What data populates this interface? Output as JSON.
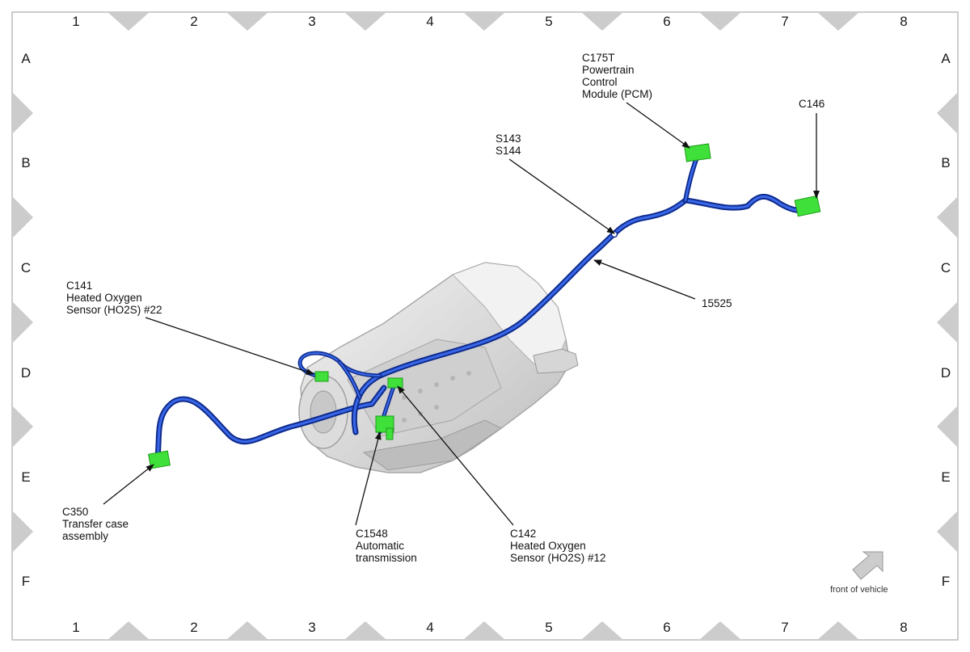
{
  "grid": {
    "columns": [
      "1",
      "2",
      "3",
      "4",
      "5",
      "6",
      "7",
      "8"
    ],
    "rows": [
      "A",
      "B",
      "C",
      "D",
      "E",
      "F"
    ]
  },
  "callouts": {
    "c175t": [
      "C175T",
      "Powertrain",
      "Control",
      "Module (PCM)"
    ],
    "c146": [
      "C146"
    ],
    "s143": [
      "S143",
      "S144"
    ],
    "c141": [
      "C141",
      "Heated Oxygen",
      "Sensor (HO2S) #22"
    ],
    "n15525": [
      "15525"
    ],
    "c350": [
      "C350",
      "Transfer case",
      "assembly"
    ],
    "c1548": [
      "C1548",
      "Automatic",
      "transmission"
    ],
    "c142": [
      "C142",
      "Heated Oxygen",
      "Sensor (HO2S) #12"
    ]
  },
  "orientation": {
    "label": "front of vehicle",
    "icon": "front-arrow-icon"
  },
  "colors": {
    "harness": "#1a3fb0",
    "connector": "#3fe03a",
    "transmission": "#e6e6e6",
    "frame_marker": "#cccccc"
  }
}
